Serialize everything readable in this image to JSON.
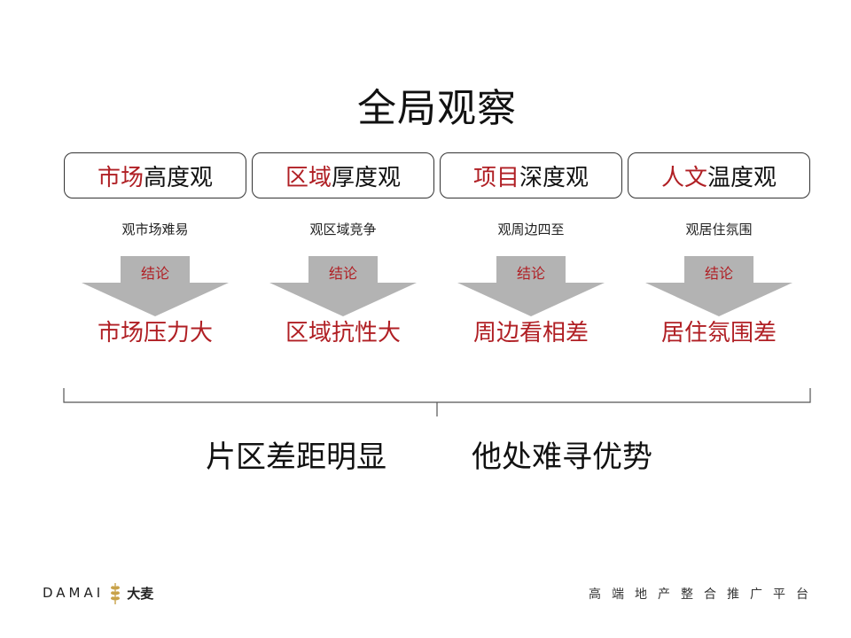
{
  "title": "全局观察",
  "columns": [
    {
      "head_accent": "市场",
      "head_rest": "高度观",
      "sub": "观市场难易",
      "tag": "结论",
      "conclusion": "市场压力大"
    },
    {
      "head_accent": "区域",
      "head_rest": "厚度观",
      "sub": "观区域竞争",
      "tag": "结论",
      "conclusion": "区域抗性大"
    },
    {
      "head_accent": "项目",
      "head_rest": "深度观",
      "sub": "观周边四至",
      "tag": "结论",
      "conclusion": "周边看相差"
    },
    {
      "head_accent": "人文",
      "head_rest": "温度观",
      "sub": "观居住氛围",
      "tag": "结论",
      "conclusion": "居住氛围差"
    }
  ],
  "summary": {
    "left": "片区差距明显",
    "right": "他处难寻优势"
  },
  "footer": {
    "logo_latin": "DAMAI",
    "logo_cn": "大麦",
    "slogan": "高端地产整合推广平台"
  },
  "colors": {
    "accent": "#b01f24",
    "arrow": "#b3b3b3"
  }
}
